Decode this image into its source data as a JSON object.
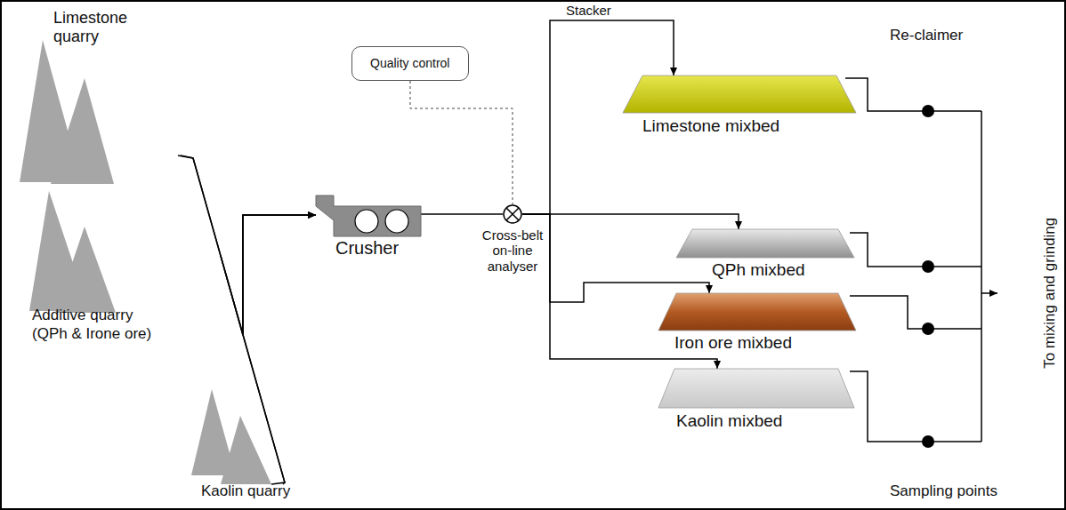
{
  "diagram": {
    "nodes": [
      {
        "text": [
          "Limestone quarry"
        ]
      },
      {
        "text": [
          "Additive quarry",
          "(QPh & Irone ore)"
        ]
      },
      {
        "text": [
          "Kaolin quarry"
        ]
      },
      {
        "text": [
          "Quality control"
        ]
      },
      {
        "text": [
          "Crusher"
        ]
      },
      {
        "text": [
          "Cross-belt on-line analyser"
        ]
      },
      {
        "text": [
          "Limestone mixbed"
        ]
      },
      {
        "text": [
          "QPh mixbed"
        ]
      },
      {
        "text": [
          "Iron ore mixbed"
        ]
      },
      {
        "text": [
          "Kaolin mixbed"
        ]
      }
    ],
    "edges": [
      {
        "from": 0,
        "to": 4,
        "arrow": "to"
      },
      {
        "from": 1,
        "to": 4,
        "arrow": "to"
      },
      {
        "from": 2,
        "to": 4,
        "arrow": "to"
      },
      {
        "from": 3,
        "to": 5,
        "arrow": "none"
      },
      {
        "from": 4,
        "to": 5,
        "arrow": "none"
      },
      {
        "from": 5,
        "to": 6,
        "arrow": "to"
      },
      {
        "from": 5,
        "to": 7,
        "arrow": "to"
      },
      {
        "from": 5,
        "to": 8,
        "arrow": "to"
      },
      {
        "from": 5,
        "to": 9,
        "arrow": "to"
      }
    ],
    "labels": [
      "Stacker",
      "Re-claimer",
      "Sampling points",
      "To mixing and grinding"
    ]
  }
}
